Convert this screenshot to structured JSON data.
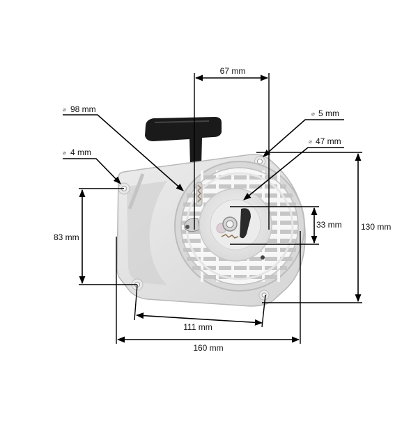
{
  "diagram": {
    "subject": "Recoil starter assembly (pull starter) with dimensions",
    "colors": {
      "background": "#ffffff",
      "housing": "#e4e4e4",
      "housing_shadow": "#c9c9c9",
      "housing_edge": "#b5b5b5",
      "handle": "#1a1a1a",
      "lines": "#000000"
    },
    "dimensions": {
      "d98": {
        "symbol": "⌀",
        "value": "98 mm",
        "type": "diameter"
      },
      "d4": {
        "symbol": "⌀",
        "value": "4 mm",
        "type": "diameter"
      },
      "d5": {
        "symbol": "⌀",
        "value": "5 mm",
        "type": "diameter"
      },
      "d47": {
        "symbol": "⌀",
        "value": "47 mm",
        "type": "diameter"
      },
      "w67": {
        "value": "67 mm",
        "type": "horizontal"
      },
      "h83": {
        "value": "83 mm",
        "type": "vertical"
      },
      "h33": {
        "value": "33 mm",
        "type": "vertical"
      },
      "h130": {
        "value": "130 mm",
        "type": "vertical"
      },
      "w111": {
        "value": "111 mm",
        "type": "horizontal"
      },
      "w160": {
        "value": "160 mm",
        "type": "horizontal"
      }
    }
  }
}
